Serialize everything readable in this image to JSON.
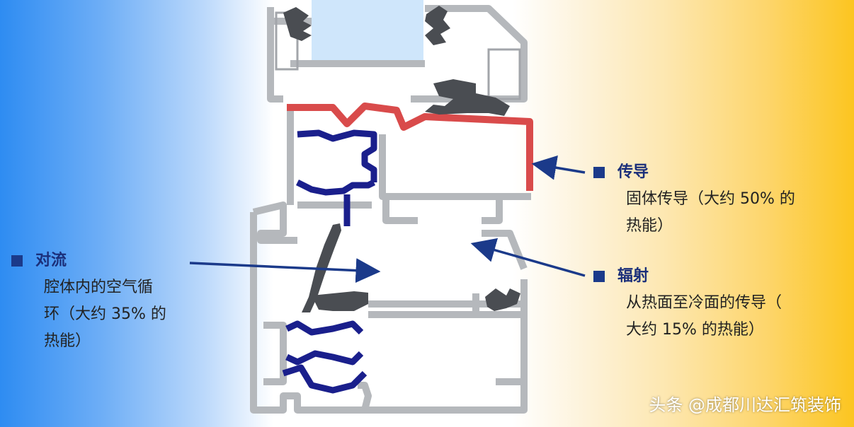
{
  "colors": {
    "frame_gray": "#b5b8bc",
    "frame_stroke": "#8e9196",
    "insulating_strip_blue": "#1a1f8c",
    "conduction_red": "#d94b4b",
    "gasket_dark": "#4a4d52",
    "glass_blue": "#cfe6fb",
    "arrow_blue": "#1b3a8a"
  },
  "labels": {
    "conduction": {
      "title": "传导",
      "line1": "固体传导（大约 50% 的",
      "line2": "热能）"
    },
    "convection": {
      "title": "对流",
      "line1": "腔体内的空气循",
      "line2": "环（大约 35% 的",
      "line3": "热能）"
    },
    "radiation": {
      "title": "辐射",
      "line1": "从热面至冷面的传导（",
      "line2": "大约 15% 的热能）"
    }
  },
  "watermark": "头条 @成都川达汇筑装饰"
}
